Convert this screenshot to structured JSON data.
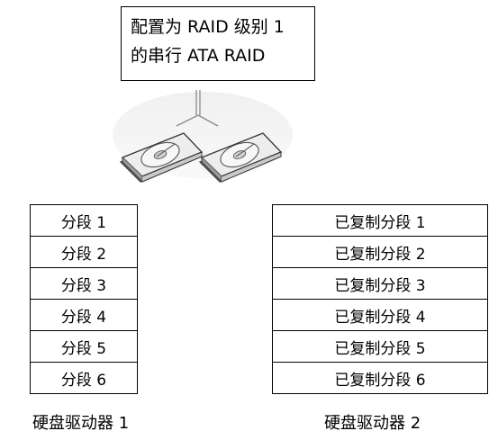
{
  "caption": {
    "line1": "配置为 RAID 级别 1",
    "line2": "的串行 ATA RAID"
  },
  "drive1": {
    "segments": [
      "分段 1",
      "分段 2",
      "分段 3",
      "分段 4",
      "分段 5",
      "分段 6"
    ],
    "label": "硬盘驱动器 1"
  },
  "drive2": {
    "segments": [
      "已复制分段 1",
      "已复制分段 2",
      "已复制分段 3",
      "已复制分段 4",
      "已复制分段 5",
      "已复制分段 6"
    ],
    "label": "硬盘驱动器 2"
  },
  "icons": {
    "drives": "hard-drive-icon",
    "connector": "cable-connector-icon"
  }
}
